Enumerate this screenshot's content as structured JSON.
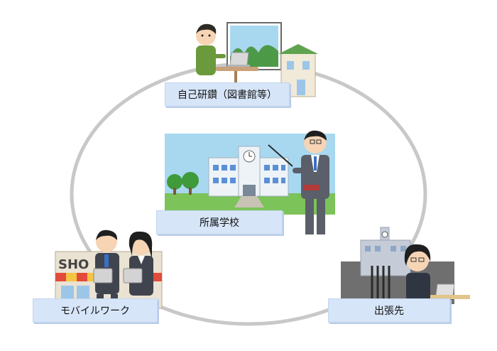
{
  "nodes": {
    "self_study": {
      "label": "自己研鑽（図書館等）"
    },
    "school": {
      "label": "所属学校"
    },
    "mobile": {
      "label": "モバイルワーク",
      "shop_sign": "SHO"
    },
    "business_trip": {
      "label": "出張先"
    }
  },
  "colors": {
    "ring": "#c8c8c8",
    "label_bg": "#d6e5f8",
    "sky": "#a8d8f0",
    "grass": "#7cc35a",
    "suit": "#4a4f5a"
  }
}
